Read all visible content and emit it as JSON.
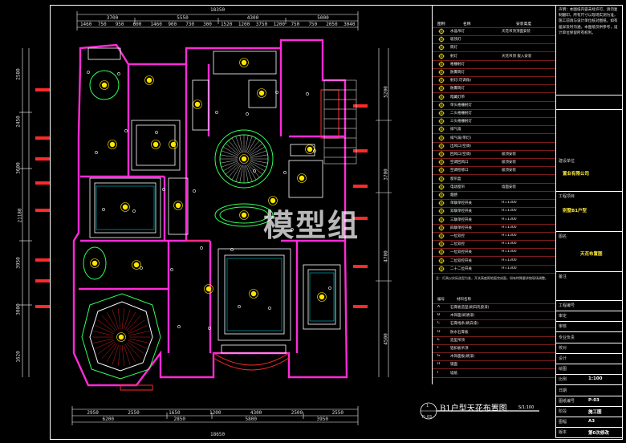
{
  "drawing": {
    "title": "B1户型天花布置图",
    "scale": "S/1:100",
    "sheet_ref_top": "1",
    "sheet_ref_bottom": "P-03",
    "watermark": "模型组"
  },
  "notes": {
    "text": "声明：本图纸内容未经许可，请勿复制翻印。所有尺寸以现场实测为准，施工前请与设计单位核对图纸，如有差异及时沟通。本图纸仅供参考，设计单位保留所有权利。"
  },
  "dimensions": {
    "top_total": "18350",
    "top_row1": [
      "3700",
      "5550",
      "4300",
      "5000"
    ],
    "top_row2": [
      "1460",
      "750",
      "950",
      "600",
      "1460",
      "900",
      "730",
      "300",
      "1520",
      "1200",
      "3750",
      "1200",
      "750",
      "750",
      "2050",
      "3040"
    ],
    "left_v": [
      "2580",
      "2450",
      "3600",
      "21180",
      "3950",
      "3000",
      "1620"
    ],
    "right_v": [
      "5200",
      "3700",
      "4700",
      "4500"
    ],
    "bottom_row1": [
      "2950",
      "2550",
      "1650",
      "1200",
      "4300",
      "2500",
      "2550"
    ],
    "bottom_row2": [
      "6200",
      "2850",
      "5800",
      "3950"
    ],
    "bottom_total": "18650"
  },
  "legend": {
    "header": [
      "图例",
      "名称",
      "安装高度"
    ],
    "items": [
      {
        "name": "水晶吊灯",
        "note": "天花吊顶顶面安装"
      },
      {
        "name": "吸顶灯",
        "note": ""
      },
      {
        "name": "筒灯",
        "note": ""
      },
      {
        "name": "射灯",
        "note": "天花吊顶 嵌入安装"
      },
      {
        "name": "格栅射灯",
        "note": ""
      },
      {
        "name": "防雾筒灯",
        "note": ""
      },
      {
        "name": "射灯(可调角)",
        "note": ""
      },
      {
        "name": "防雾筒灯",
        "note": ""
      },
      {
        "name": "暗藏灯带",
        "note": ""
      },
      {
        "name": "单头格栅射灯",
        "note": ""
      },
      {
        "name": "二头格栅射灯",
        "note": ""
      },
      {
        "name": "三头格栅射灯",
        "note": ""
      },
      {
        "name": "排气扇",
        "note": ""
      },
      {
        "name": "排气扇(带灯)",
        "note": ""
      },
      {
        "name": "出风口(空调)",
        "note": ""
      },
      {
        "name": "回风口(空调)",
        "note": "吸顶安装"
      },
      {
        "name": "空调回风口",
        "note": "吸顶安装"
      },
      {
        "name": "空调检修口",
        "note": "吸顶安装"
      },
      {
        "name": "窗帘盒",
        "note": ""
      },
      {
        "name": "电动窗帘",
        "note": "墙面安装"
      },
      {
        "name": "烟感",
        "note": ""
      },
      {
        "name": "单联单控开关",
        "note": "H=1300"
      },
      {
        "name": "双联单控开关",
        "note": "H=1300"
      },
      {
        "name": "三联单控开关",
        "note": "H=1300"
      },
      {
        "name": "四联单控开关",
        "note": "H=1300"
      },
      {
        "name": "一位双控",
        "note": "H=1300"
      },
      {
        "name": "二位双控",
        "note": "H=1300"
      },
      {
        "name": "一位双控开关",
        "note": "H=1300"
      },
      {
        "name": "二位双控开关",
        "note": "H=1300"
      },
      {
        "name": "二十二位开关",
        "note": "H=1300"
      }
    ],
    "footnote": "注：灯具以实际选型为准，开关高度距地面完成面，如有特殊要求按现场调整。",
    "material_header": [
      "编号",
      "材料名称"
    ],
    "materials": [
      {
        "code": "A",
        "name": "石膏板造型(刷白乳胶漆)"
      },
      {
        "code": "B",
        "name": "木饰面(刷清漆)"
      },
      {
        "code": "C",
        "name": "石膏线条(刷白漆)"
      },
      {
        "code": "D",
        "name": "防水石膏板"
      },
      {
        "code": "E",
        "name": "造型吊顶"
      },
      {
        "code": "F",
        "name": "铝扣板吊顶"
      },
      {
        "code": "G",
        "name": "木饰面板(刷漆)"
      },
      {
        "code": "H",
        "name": "镜面"
      },
      {
        "code": "I",
        "name": "墙纸"
      }
    ]
  },
  "title_block": {
    "construction_unit_label": "建设单位",
    "construction_unit": "置业有限公司",
    "project_label": "工程项目",
    "project": "别墅B1户型",
    "drawing_name_label": "图名",
    "drawing_name": "天花布置图",
    "remark_label": "备注",
    "rows": [
      {
        "label": "工程编号",
        "value": ""
      },
      {
        "label": "审定",
        "value": ""
      },
      {
        "label": "审核",
        "value": ""
      },
      {
        "label": "专业负责",
        "value": ""
      },
      {
        "label": "校对",
        "value": ""
      },
      {
        "label": "设计",
        "value": ""
      },
      {
        "label": "绘图",
        "value": ""
      },
      {
        "label": "比例",
        "value": "1:100"
      },
      {
        "label": "日期",
        "value": ""
      },
      {
        "label": "图纸编号",
        "value": "P-03"
      },
      {
        "label": "阶段",
        "value": "施工图"
      },
      {
        "label": "图幅",
        "value": "A3"
      },
      {
        "label": "版本",
        "value": "第0次修改"
      }
    ]
  },
  "colors": {
    "wall": "#ff2bd6",
    "ceiling": "#ffffff",
    "fixture": "#ffe600",
    "dimension": "#00e5ff",
    "light_line": "#32ff5a",
    "furniture": "#ff2a2a",
    "frame": "#ffffff"
  }
}
